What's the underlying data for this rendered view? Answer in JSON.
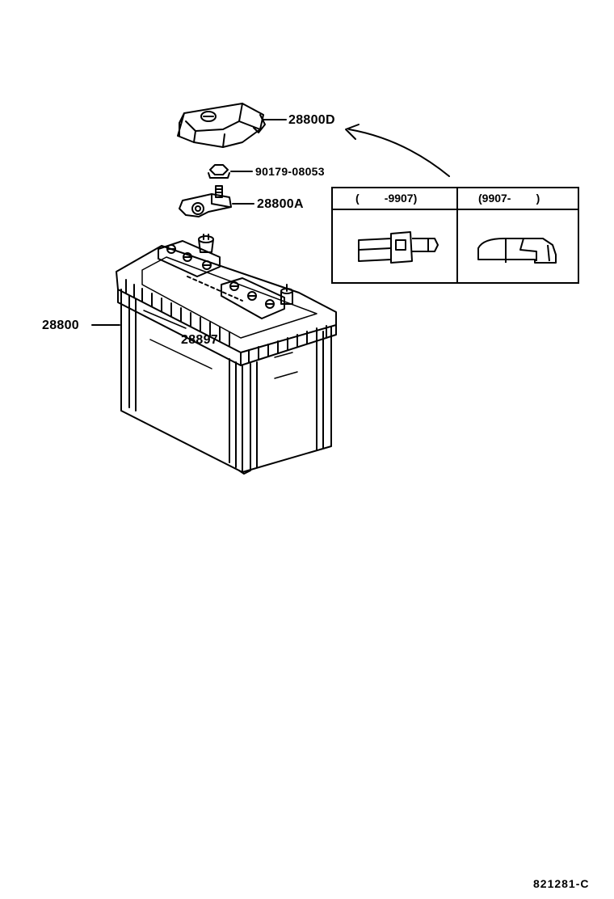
{
  "parts": {
    "cover": "28800D",
    "nut": "90179-08053",
    "clamp": "28800A",
    "battery": "28800",
    "holder": "28897"
  },
  "variants": {
    "left_header": "(        -9907)",
    "right_header": "(9907-        )"
  },
  "figure_code": "821281-C"
}
